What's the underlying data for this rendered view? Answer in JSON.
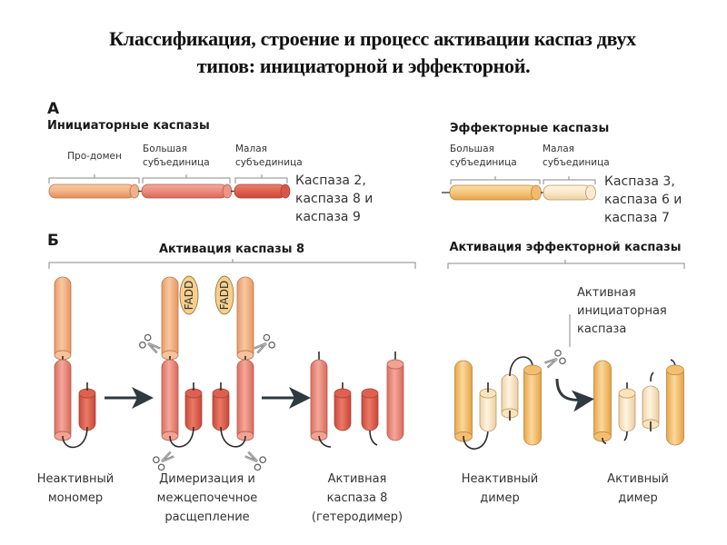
{
  "title": {
    "line1": "Классификация, строение и процесс активации каспаз двух",
    "line2": "типов: инициаторной и эффекторной."
  },
  "panel_a": {
    "letter": "А",
    "initiator": {
      "heading": "Инициаторные каспазы",
      "domains": [
        {
          "label_lines": [
            "Про-домен"
          ]
        },
        {
          "label_lines": [
            "Большая",
            "субъединица"
          ]
        },
        {
          "label_lines": [
            "Малая",
            "субъединица"
          ]
        }
      ],
      "members": [
        "Каспаза 2,",
        "каспаза 8 и",
        "каспаза 9"
      ]
    },
    "effector": {
      "heading": "Эффекторные каспазы",
      "domains": [
        {
          "label_lines": [
            "Большая",
            "субъединица"
          ]
        },
        {
          "label_lines": [
            "Малая",
            "субъединица"
          ]
        }
      ],
      "members": [
        "Каспаза 3,",
        "каспаза 6 и",
        "каспаза 7"
      ]
    }
  },
  "panel_b": {
    "letter": "Б",
    "caspase8": {
      "heading": "Активация каспазы 8",
      "fadd_label": "FADD",
      "stages": [
        {
          "label_lines": [
            "Неактивный",
            "мономер"
          ]
        },
        {
          "label_lines": [
            "Димеризация и",
            "межцепочечное",
            "расщепление"
          ]
        },
        {
          "label_lines": [
            "Активная",
            "каспаза 8",
            "(гетеродимер)"
          ]
        }
      ]
    },
    "effector_activation": {
      "heading": "Активация эффекторной каспазы",
      "enzyme_label": [
        "Активная",
        "инициаторная",
        "каспаза"
      ],
      "stages": [
        {
          "label_lines": [
            "Неактивный",
            "димер"
          ]
        },
        {
          "label_lines": [
            "Активный",
            "димер"
          ]
        }
      ]
    }
  },
  "colors": {
    "prodomain": "#f3b487",
    "large_initiator": "#ec8b7c",
    "small_initiator": "#e0604f",
    "large_effector": "#f6c77c",
    "small_effector": "#fbe8c8",
    "fadd": "#f7cf8c",
    "bracket": "#888888",
    "arrow": "#2e3a3f"
  }
}
